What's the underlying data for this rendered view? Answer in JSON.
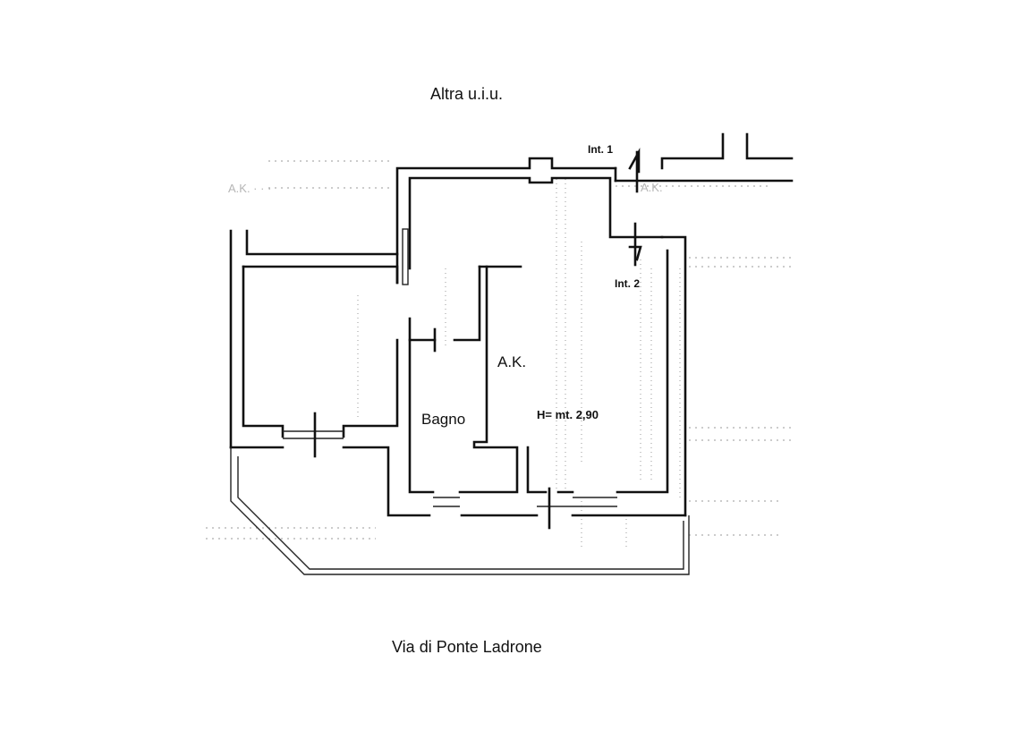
{
  "labels": {
    "top": "Altra u.i.u.",
    "int1": "Int. 1",
    "int2": "Int. 2",
    "ak": "A.K.",
    "bagno": "Bagno",
    "height": "H= mt. 2,90",
    "street": "Via di Ponte Ladrone"
  },
  "colors": {
    "ink": "#111111",
    "background": "#ffffff",
    "faint": "#9a9a9a"
  }
}
